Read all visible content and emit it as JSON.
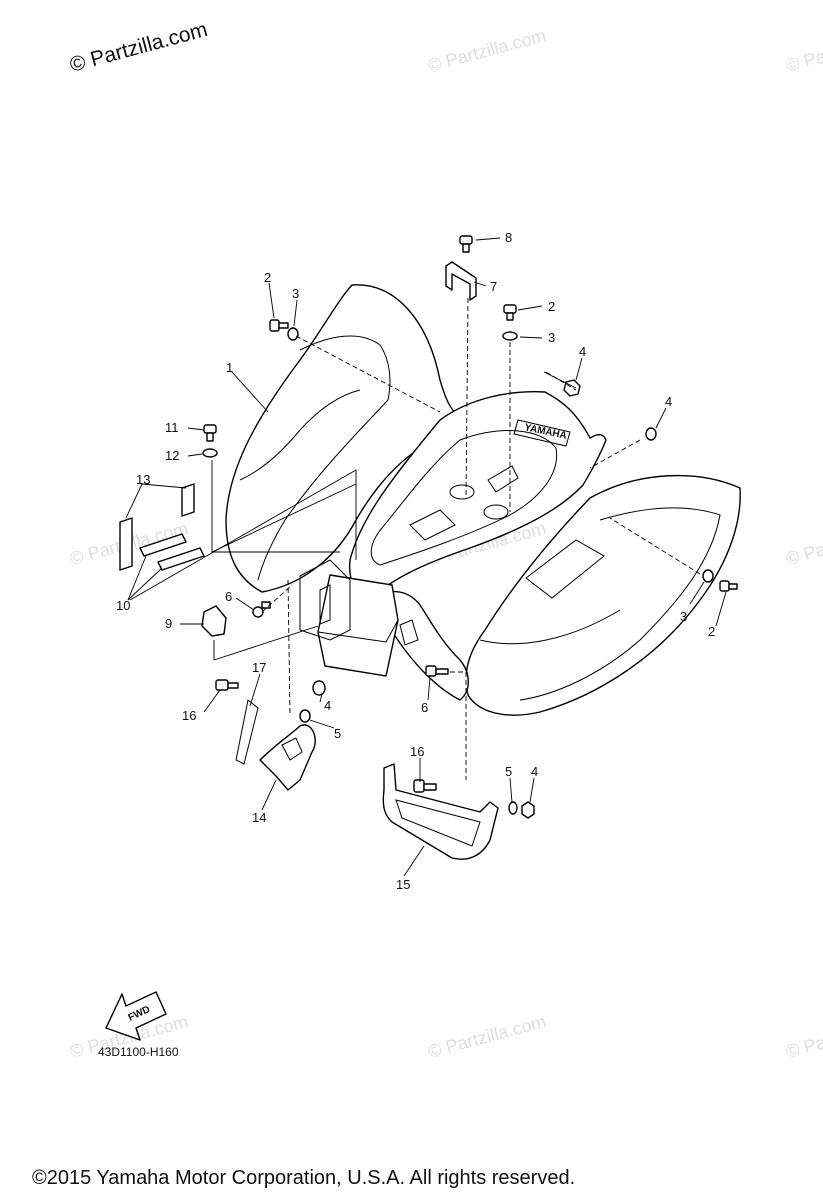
{
  "watermark_main": "© Partzilla.com",
  "watermark_faint": "© Partzilla.com",
  "figure_code": "43D1100-H160",
  "copyright": "©2015 Yamaha Motor Corporation, U.S.A. All rights reserved.",
  "fwd_label": "FWD",
  "decal_text": "YAMAHA",
  "callouts": {
    "c1": "1",
    "c2a": "2",
    "c2b": "2",
    "c2c": "2",
    "c3a": "3",
    "c3b": "3",
    "c3c": "3",
    "c4a": "4",
    "c4b": "4",
    "c4c": "4",
    "c4d": "4",
    "c5a": "5",
    "c5b": "5",
    "c6a": "6",
    "c6b": "6",
    "c7": "7",
    "c8": "8",
    "c9": "9",
    "c10": "10",
    "c11": "11",
    "c12": "12",
    "c13": "13",
    "c14": "14",
    "c15": "15",
    "c16a": "16",
    "c16b": "16",
    "c17": "17"
  }
}
